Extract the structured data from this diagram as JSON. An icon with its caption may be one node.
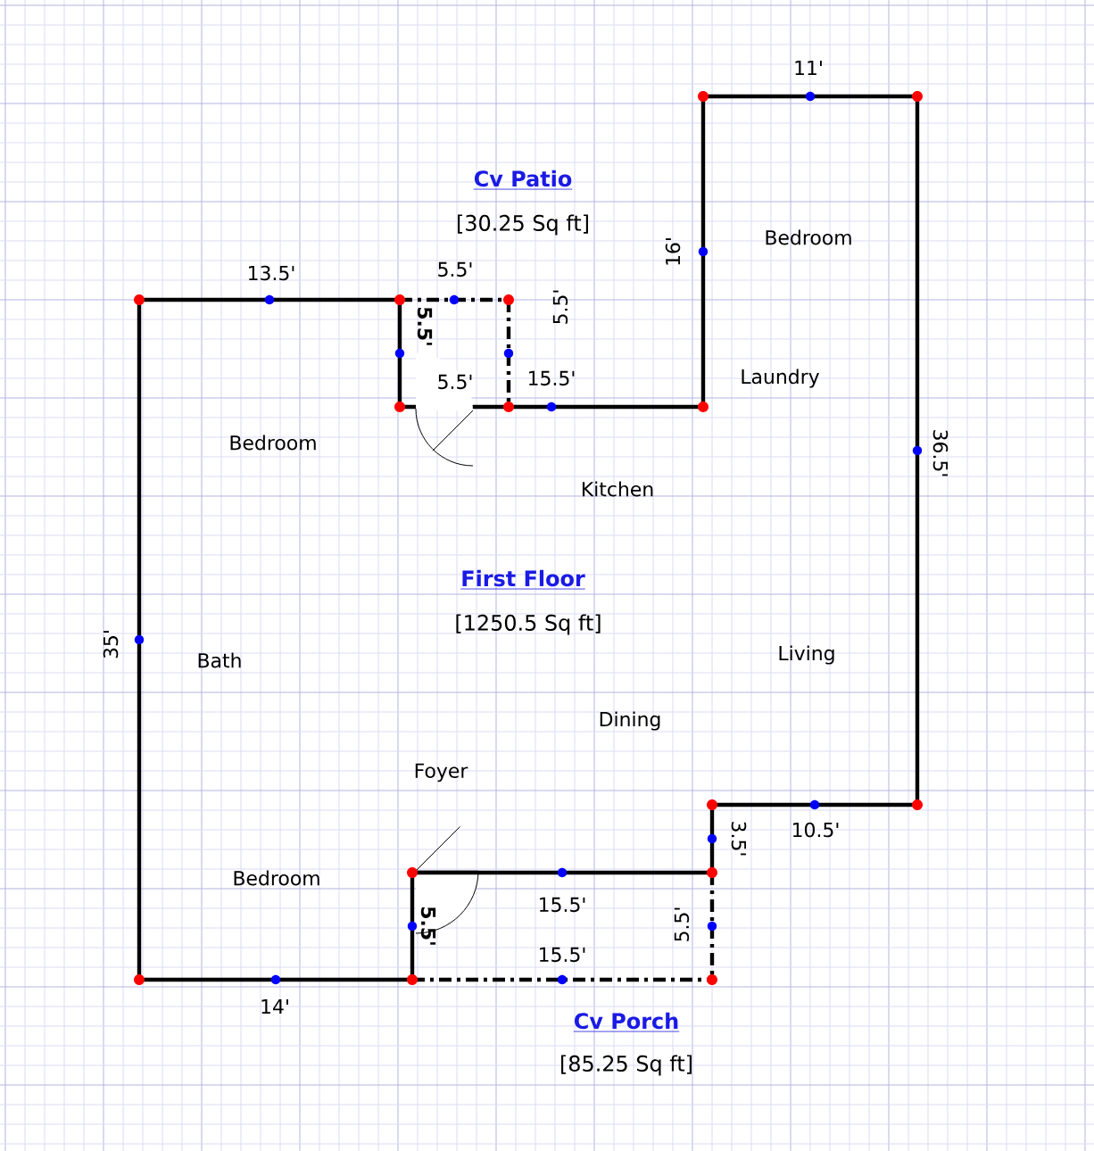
{
  "diagram": {
    "labels": [
      "11'",
      "Cv Patio",
      "[30.25 Sq ft]",
      "Bedroom",
      "16'",
      "13.5'",
      "5.5'",
      "5.5'",
      "5.5'",
      "5.5'",
      "15.5'",
      "Laundry",
      "36.5'",
      "Bedroom",
      "Kitchen",
      "First Floor",
      "[1250.5 Sq ft]",
      "35'",
      "Bath",
      "Living",
      "Dining",
      "Foyer",
      "3.5'",
      "10.5'",
      "Bedroom",
      "15.5'",
      "5.5'",
      "5.5'",
      "15.5'",
      "14'",
      "Cv Porch",
      "[85.25 Sq ft]"
    ]
  }
}
